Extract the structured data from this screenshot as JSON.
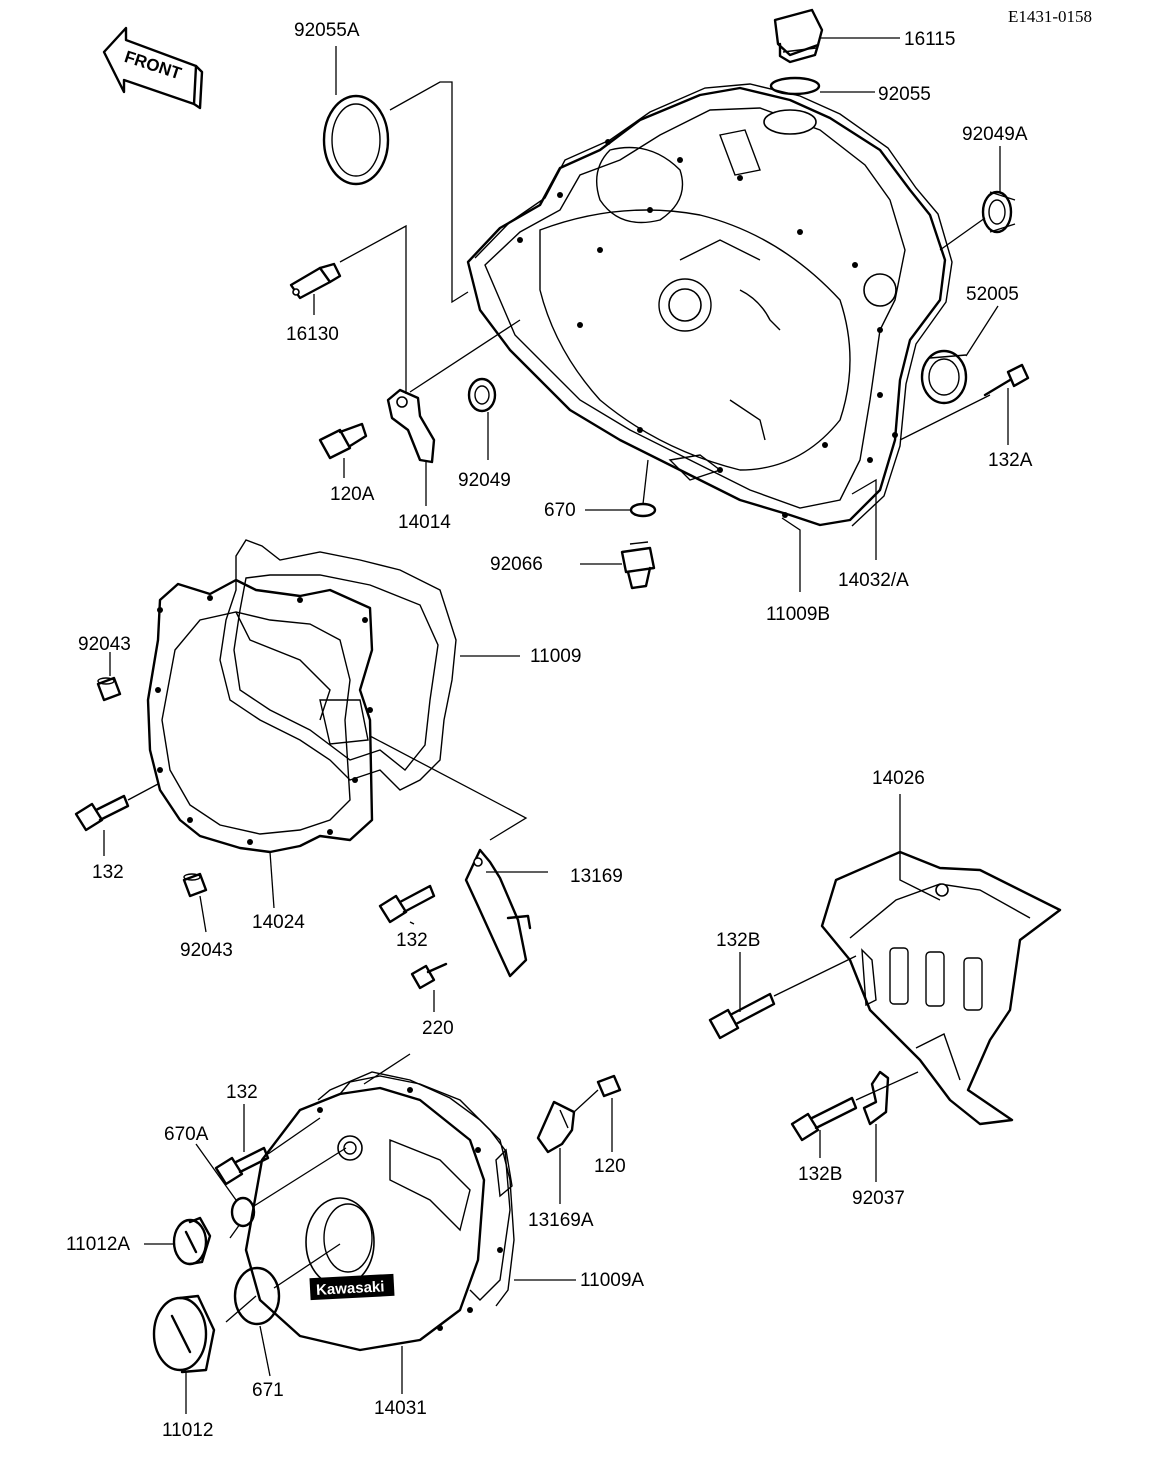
{
  "diagram": {
    "drawing_code": "E1431-0158",
    "front_label": "FRONT",
    "logo_text": "Kawasaki",
    "part_labels": {
      "p16115": "16115",
      "p92055": "92055",
      "p92055A": "92055A",
      "p92049A": "92049A",
      "p52005": "52005",
      "p132A": "132A",
      "p16130": "16130",
      "p120A": "120A",
      "p14014": "14014",
      "p92049": "92049",
      "p670": "670",
      "p92066": "92066",
      "p11009B": "11009B",
      "p14032A": "14032/A",
      "p92043_top": "92043",
      "p11009": "11009",
      "p132_left": "132",
      "p14024": "14024",
      "p92043_bottom": "92043",
      "p13169": "13169",
      "p132_mid": "132",
      "p220": "220",
      "p14026": "14026",
      "p132B_top": "132B",
      "p132_low": "132",
      "p670A": "670A",
      "p11012A": "11012A",
      "p120": "120",
      "p13169A": "13169A",
      "p11009A": "11009A",
      "p11012": "11012",
      "p671": "671",
      "p14031": "14031",
      "p132B_bottom": "132B",
      "p92037": "92037"
    }
  }
}
